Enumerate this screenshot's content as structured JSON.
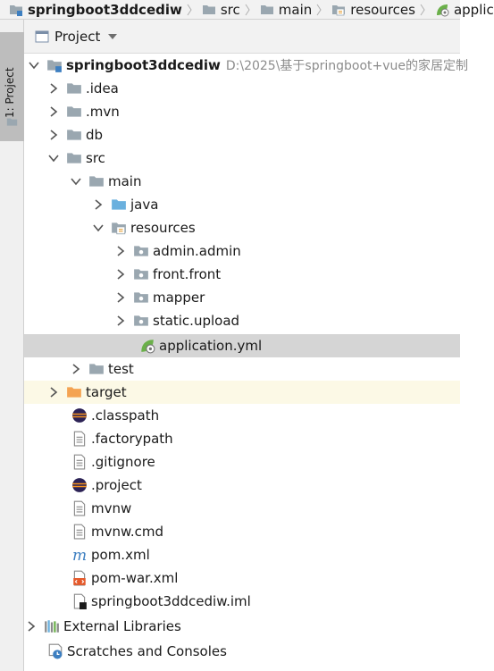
{
  "breadcrumb": {
    "items": [
      {
        "label": "springboot3ddcediw",
        "icon": "module-folder-icon",
        "bold": true
      },
      {
        "label": "src",
        "icon": "folder-icon"
      },
      {
        "label": "main",
        "icon": "folder-icon"
      },
      {
        "label": "resources",
        "icon": "resources-folder-icon"
      },
      {
        "label": "applic",
        "icon": "spring-config-icon"
      }
    ]
  },
  "toolwindow_strip": {
    "project_tab": "1: Project"
  },
  "project_panel": {
    "title": "Project",
    "dropdown_icon": "triangle-down-icon"
  },
  "tree": {
    "root_name": "springboot3ddcediw",
    "root_path": "D:\\2025\\基于springboot+vue的家居定制",
    "items": [
      {
        "label": ".idea",
        "icon": "folder-icon"
      },
      {
        "label": ".mvn",
        "icon": "folder-icon"
      },
      {
        "label": "db",
        "icon": "folder-icon"
      },
      {
        "label": "src",
        "icon": "folder-icon"
      },
      {
        "label": "main",
        "icon": "folder-icon"
      },
      {
        "label": "java",
        "icon": "source-folder-icon"
      },
      {
        "label": "resources",
        "icon": "resources-folder-icon"
      },
      {
        "label": "admin.admin",
        "icon": "package-icon"
      },
      {
        "label": "front.front",
        "icon": "package-icon"
      },
      {
        "label": "mapper",
        "icon": "package-icon"
      },
      {
        "label": "static.upload",
        "icon": "package-icon"
      },
      {
        "label": "application.yml",
        "icon": "spring-config-icon"
      },
      {
        "label": "test",
        "icon": "folder-icon"
      },
      {
        "label": "target",
        "icon": "excluded-folder-icon"
      },
      {
        "label": ".classpath",
        "icon": "eclipse-icon"
      },
      {
        "label": ".factorypath",
        "icon": "text-file-icon"
      },
      {
        "label": ".gitignore",
        "icon": "text-file-icon"
      },
      {
        "label": ".project",
        "icon": "eclipse-icon"
      },
      {
        "label": "mvnw",
        "icon": "text-file-icon"
      },
      {
        "label": "mvnw.cmd",
        "icon": "text-file-icon"
      },
      {
        "label": "pom.xml",
        "icon": "maven-icon"
      },
      {
        "label": "pom-war.xml",
        "icon": "xml-file-icon"
      },
      {
        "label": "springboot3ddcediw.iml",
        "icon": "iml-file-icon"
      },
      {
        "label": "External Libraries",
        "icon": "libraries-icon"
      },
      {
        "label": "Scratches and Consoles",
        "icon": "scratches-icon"
      }
    ]
  },
  "colors": {
    "selection": "#d5d5d5",
    "excluded_bg": "#fcf9e6",
    "folder": "#9aa7b0",
    "source_folder": "#6ab0de",
    "excluded_folder": "#f4a352",
    "spring_green": "#6bb04a"
  }
}
